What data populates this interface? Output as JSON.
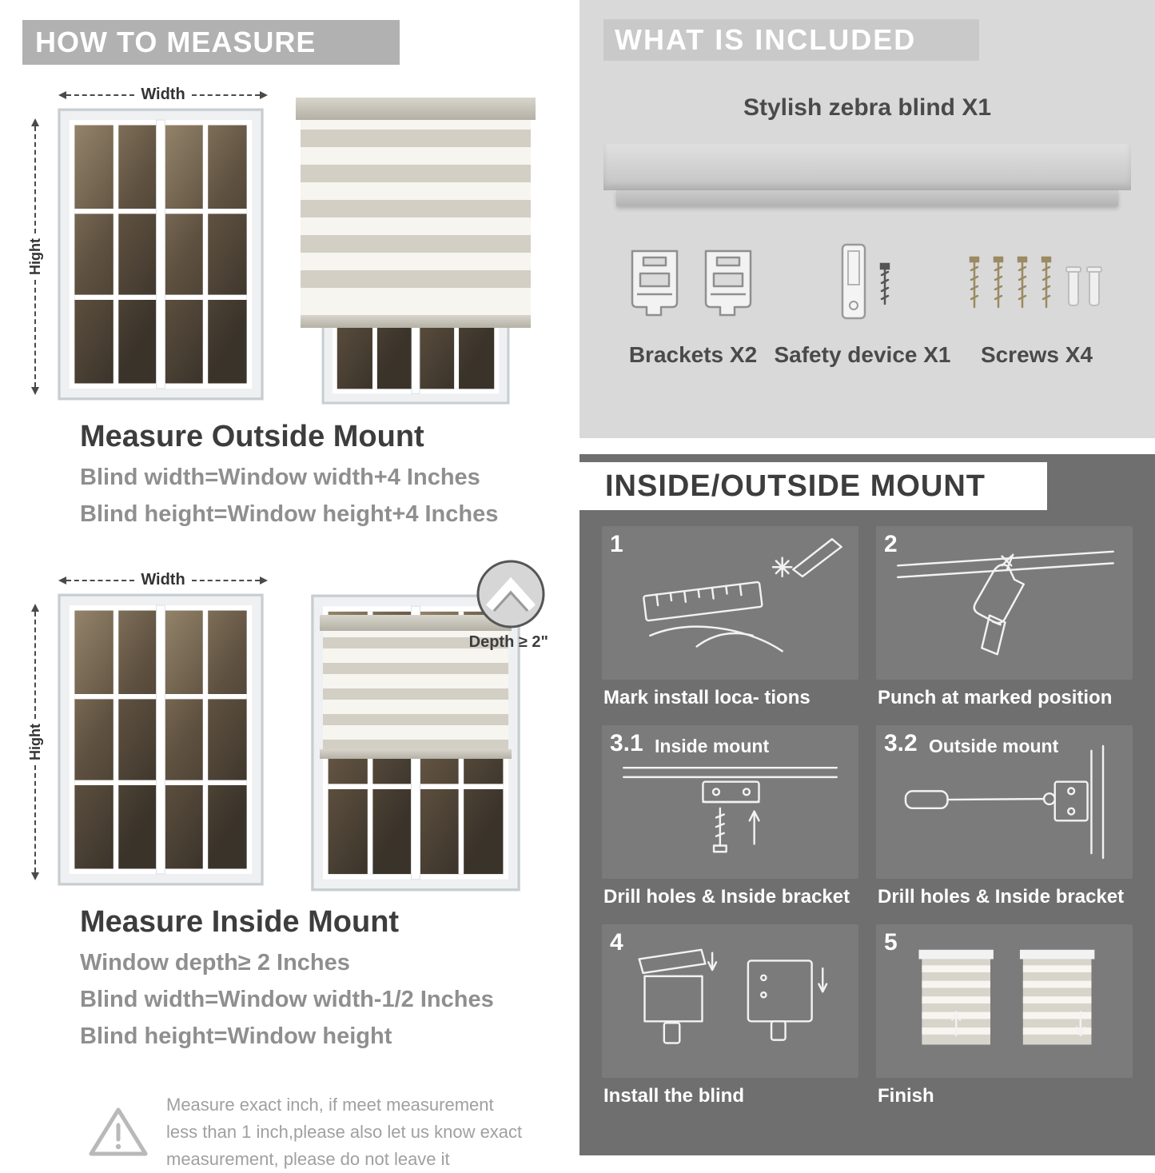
{
  "palette": {
    "left_header_bg": "#b1b1b1",
    "title_text": "#3d3d3d",
    "measure_text": "#8f8f8f",
    "included_bg": "#d9d9d9",
    "mount_bg": "#6f6f6f",
    "panel_bg": "#7b7b7b"
  },
  "left": {
    "header": "HOW TO MEASURE",
    "outside": {
      "width_label": "Width",
      "height_label": "Hight",
      "title": "Measure Outside Mount",
      "line1": "Blind width=Window width+4 Inches",
      "line2": "Blind height=Window height+4 Inches"
    },
    "inside": {
      "width_label": "Width",
      "height_label": "Hight",
      "depth_note": "Depth ≥ 2\"",
      "title": "Measure Inside Mount",
      "line1": "Window depth≥ 2 Inches",
      "line2": "Blind width=Window width-1/2 Inches",
      "line3": "Blind height=Window height"
    },
    "warning_text": "Measure exact inch, if meet measurement less than 1 inch,please also let us know exact measurement, please do not leave it"
  },
  "right": {
    "included": {
      "header": "WHAT IS INCLUDED",
      "product_label": "Stylish zebra blind X1",
      "item1": "Brackets X2",
      "item2": "Safety device X1",
      "item3": "Screws X4"
    },
    "mount": {
      "header": "INSIDE/OUTSIDE MOUNT",
      "steps": [
        {
          "num": "1",
          "label": "",
          "caption": "Mark install loca- tions"
        },
        {
          "num": "2",
          "label": "",
          "caption": "Punch at  marked position"
        },
        {
          "num": "3.1",
          "label": "Inside mount",
          "caption": "Drill holes &  Inside bracket"
        },
        {
          "num": "3.2",
          "label": "Outside mount",
          "caption": "Drill holes &  Inside bracket"
        },
        {
          "num": "4",
          "label": "",
          "caption": "Install the blind"
        },
        {
          "num": "5",
          "label": "",
          "caption": "Finish"
        }
      ]
    }
  }
}
